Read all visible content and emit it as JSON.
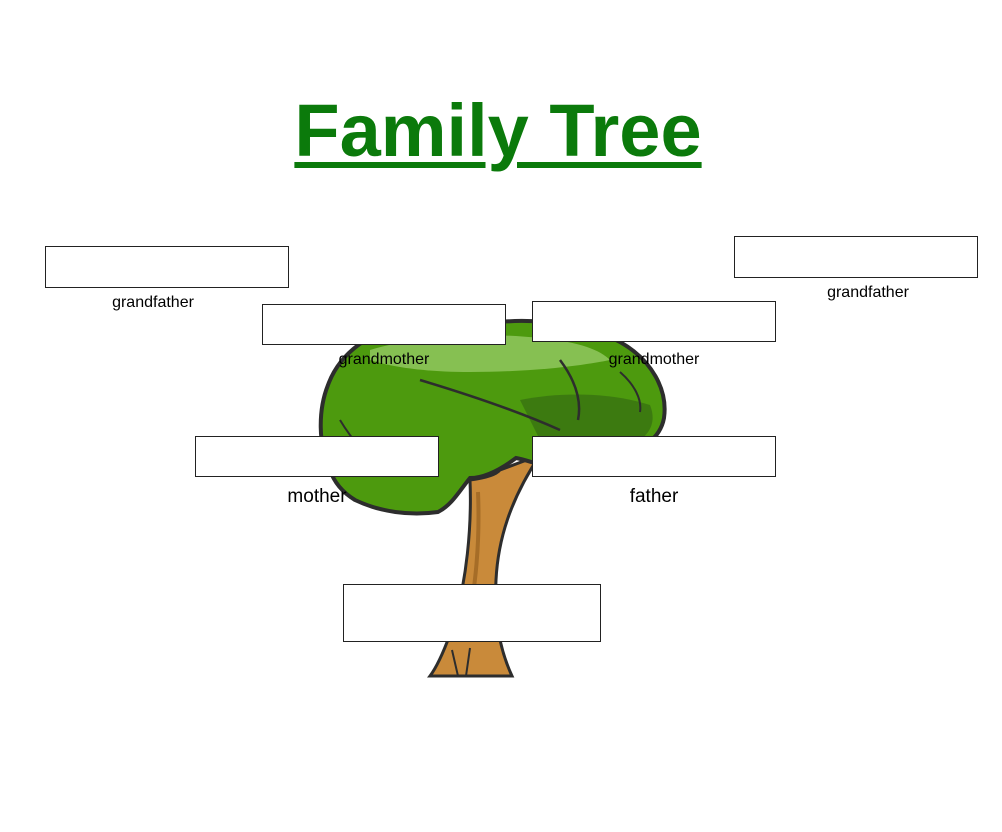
{
  "page": {
    "title": "Family Tree",
    "title_color": "#0b7a0b",
    "background": "#ffffff"
  },
  "tree_image": {
    "icon": "tree-icon",
    "foliage_color": "#4d9a0e",
    "foliage_shadow": "#3a7411",
    "foliage_highlight": "#86c052",
    "trunk_color": "#c98a3a"
  },
  "members": {
    "paternal_grandfather": {
      "label": "grandfather",
      "value": ""
    },
    "paternal_grandmother": {
      "label": "grandmother",
      "value": ""
    },
    "maternal_grandmother": {
      "label": "grandmother",
      "value": ""
    },
    "maternal_grandfather": {
      "label": "grandfather",
      "value": ""
    },
    "mother": {
      "label": "mother",
      "value": ""
    },
    "father": {
      "label": "father",
      "value": ""
    },
    "child": {
      "value": ""
    }
  }
}
